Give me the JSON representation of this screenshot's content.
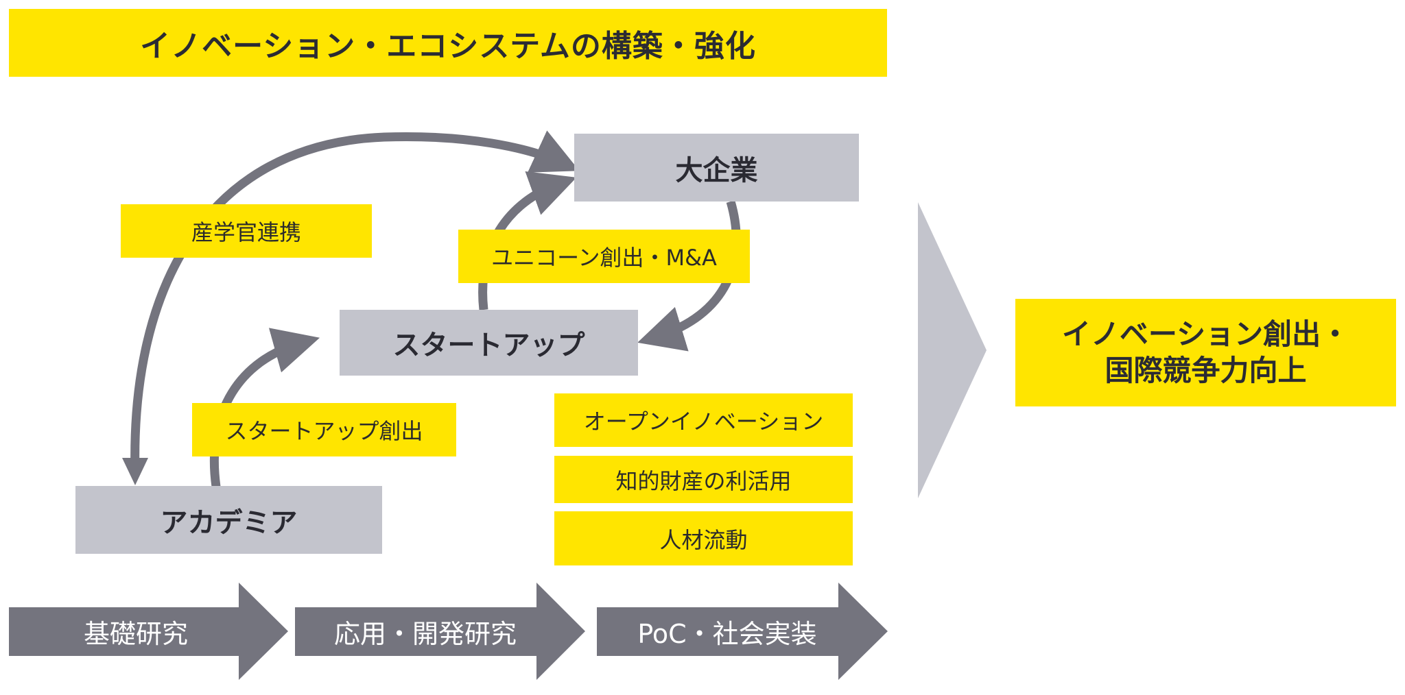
{
  "title": "イノベーション・エコシステムの構築・強化",
  "actors": {
    "large_company": "大企業",
    "startup": "スタートアップ",
    "academia": "アカデミア"
  },
  "relations": {
    "industry_academia_gov": "産学官連携",
    "unicorn_ma": "ユニコーン創出・M&A",
    "startup_creation": "スタートアップ創出"
  },
  "measures": [
    "オープンイノベーション",
    "知的財産の利活用",
    "人材流動"
  ],
  "result": {
    "line1": "イノベーション創出・",
    "line2": "国際競争力向上"
  },
  "stages": [
    "基礎研究",
    "応用・開発研究",
    "PoC・社会実装"
  ],
  "colors": {
    "accent_yellow": "#ffe500",
    "node_gray": "#c3c4cc",
    "arrow_gray": "#74747e",
    "chevron_gray": "#c3c4cc"
  }
}
